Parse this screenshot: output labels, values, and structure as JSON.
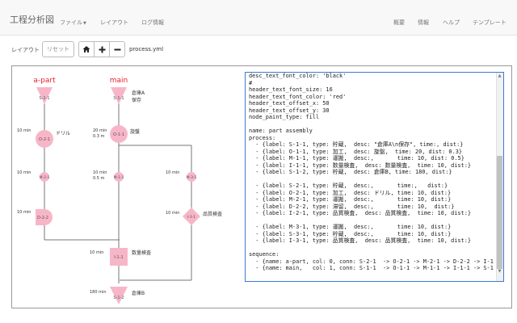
{
  "app": {
    "title": "工程分析図"
  },
  "nav": {
    "file": "ファイル",
    "layout": "レイアウト",
    "log": "ログ情報",
    "overview": "概要",
    "info": "情報",
    "help": "ヘルプ",
    "template": "テンプレート"
  },
  "toolbar": {
    "layout_label": "レイアウト",
    "reset": "リセット",
    "filename": "process.yml"
  },
  "icons": {
    "home": "home-icon",
    "zoom_in": "plus-icon",
    "zoom_out": "minus-icon",
    "file_caret": "caret-down-icon"
  },
  "colors": {
    "node_fill": "#f7b6c8",
    "header_text": "#e8202a",
    "line": "#777777",
    "editor_border": "#3b7bd1"
  },
  "diagram": {
    "headers": {
      "a_part": "a-part",
      "main": "main"
    },
    "nodes": {
      "s21": "S-2-1",
      "s11": "S-1-1",
      "o21": "O-2-1",
      "o11": "O-1-1",
      "m21": "M-2-1",
      "m11": "M-1-1",
      "m31": "M-3-1",
      "d22": "D-2-2",
      "i31": "I-3-1",
      "i11": "I-1-1",
      "s12": "S-1-2"
    },
    "labels": {
      "souko_a": "倉庫A",
      "hozon": "保存",
      "drill": "ドリル",
      "senban": "旋盤",
      "suryo_kensa": "数量検査",
      "hinshitsu_kensa": "品質検査",
      "souko_b": "倉庫B"
    },
    "times": {
      "o21_time": "10 min",
      "o11_time": "20 min",
      "o11_dist": "0.3 m",
      "m21_time": "10 min",
      "m11_time": "10 min",
      "m11_dist": "0.5 m",
      "m31_time": "10 min",
      "d22_time": "10 min",
      "i31_time": "10 min",
      "i11_time": "10 min",
      "s12_time": "180 min"
    }
  },
  "editor": {
    "lines": [
      "desc_text_font_color: 'black'",
      "#",
      "header_text_font_size: 16",
      "header_text_font_color: 'red'",
      "header_text_offset_x: 50",
      "header_text_offset_y: 30",
      "node_paint_type: fill",
      "",
      "name: part assembly",
      "process:",
      "  - {label: S-1-1, type: 貯蔵,  desc: \"倉庫A\\n保存\", time:, dist:}",
      "  - {label: O-1-1, type: 加工,  desc: 旋盤,  time: 20, dist: 0.3}",
      "  - {label: M-1-1, type: 運搬,  desc:,       time: 10, dist: 0.5}",
      "  - {label: I-1-1, type: 数量検査,  desc: 数量検査,  time: 10, dist:}",
      "  - {label: S-1-2, type: 貯蔵,  desc: 倉庫B, time: 180, dist:}",
      "",
      "  - {label: S-2-1, type: 貯蔵,  desc:,       time:,   dist:}",
      "  - {label: O-2-1, type: 加工,  desc: ドリル, time: 10, dist:}",
      "  - {label: M-2-1, type: 運搬,  desc:,       time: 10, dist:}",
      "  - {label: D-2-2, type: 滞留,  desc:,       time: 10,  dist:}",
      "  - {label: I-2-1, type: 品質検査,  desc: 品質検査,  time: 10, dist:}",
      "",
      "  - {label: M-3-1, type: 運搬,  desc:,       time: 10, dist:}",
      "  - {label: S-3-1, type: 貯蔵,  desc:,       time: 10, dist:}",
      "  - {label: I-3-1, type: 品質検査,  desc: 品質検査,  time: 10, dist:}",
      "",
      "sequence:",
      "  - {name: a-part, col: 0, conn: S-2-1  -> O-2-1 -> M-2-1 -> D-2-2 -> I-1",
      "  - {name: main,   col: 1, conn: S-1-1  -> O-1-1 -> M-1-1 -> I-1-1 -> S-1"
    ]
  }
}
